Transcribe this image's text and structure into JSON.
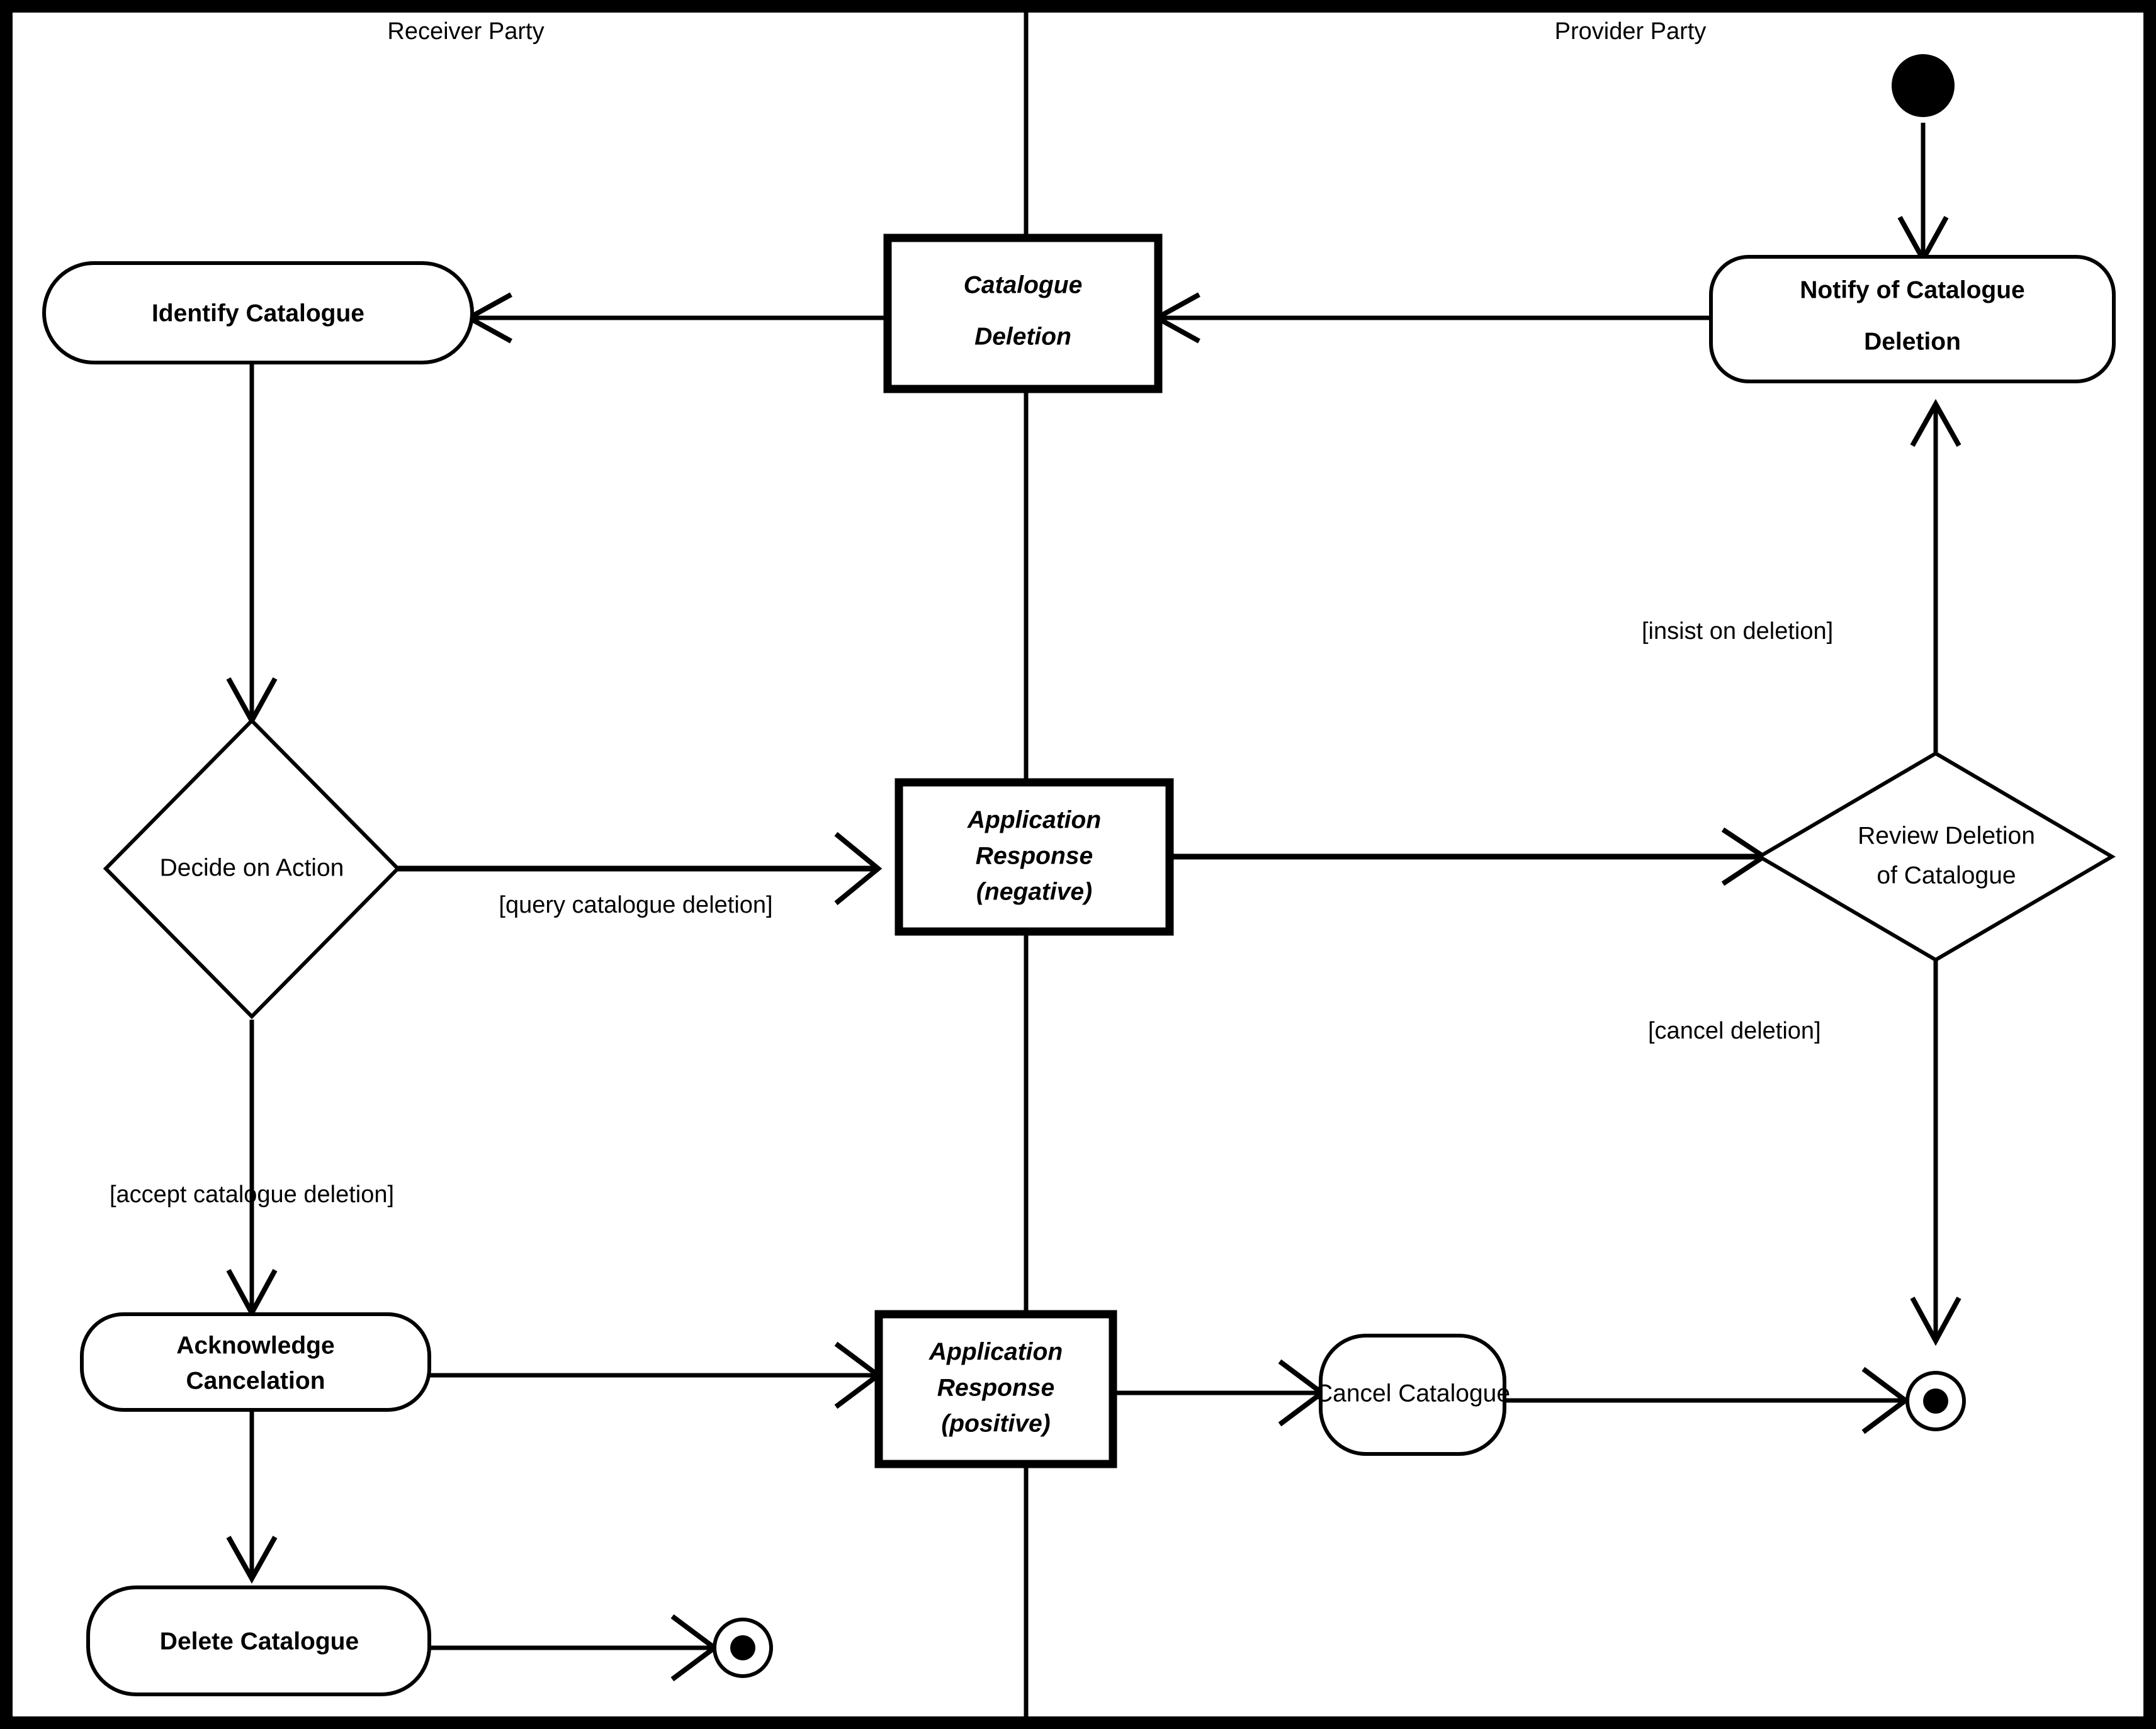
{
  "diagram": {
    "type": "uml-activity-diagram",
    "title": "Catalogue Deletion Activity Diagram",
    "swimlanes": [
      {
        "id": "receiver",
        "label": "Receiver Party"
      },
      {
        "id": "provider",
        "label": "Provider Party"
      }
    ],
    "nodes": {
      "start": {
        "kind": "initial-node",
        "label": ""
      },
      "identify_catalogue": {
        "kind": "action",
        "label": "Identify Catalogue"
      },
      "catalogue_deletion_signal": {
        "kind": "signal",
        "label_line1": "Catalogue",
        "label_line2": "Deletion"
      },
      "notify_of_catalogue_deletion": {
        "kind": "action",
        "label_line1": "Notify of Catalogue",
        "label_line2": "Deletion"
      },
      "decide_on_action": {
        "kind": "decision",
        "label": "Decide on Action"
      },
      "application_response_negative": {
        "kind": "signal",
        "label_line1": "Application",
        "label_line2": "Response",
        "label_line3": "(negative)"
      },
      "review_deletion_of_catalogue": {
        "kind": "decision",
        "label_line1": "Review Deletion",
        "label_line2": "of Catalogue"
      },
      "acknowledge_cancelation": {
        "kind": "action",
        "label_line1": "Acknowledge",
        "label_line2": "Cancelation"
      },
      "application_response_positive": {
        "kind": "signal",
        "label_line1": "Application",
        "label_line2": "Response",
        "label_line3": "(positive)"
      },
      "cancel_catalogue": {
        "kind": "action",
        "label": "Cancel Catalogue"
      },
      "delete_catalogue": {
        "kind": "action",
        "label": "Delete Catalogue"
      },
      "final_provider": {
        "kind": "final-node",
        "label": ""
      },
      "final_receiver": {
        "kind": "final-node",
        "label": ""
      }
    },
    "guards": {
      "insist_on_deletion": "[insist on deletion]",
      "cancel_deletion": "[cancel deletion]",
      "query_catalogue_deletion": "[query catalogue deletion]",
      "accept_catalogue_deletion": "[accept catalogue deletion]"
    },
    "edges": [
      {
        "from": "start",
        "to": "notify_of_catalogue_deletion",
        "guard": ""
      },
      {
        "from": "notify_of_catalogue_deletion",
        "to": "catalogue_deletion_signal",
        "guard": ""
      },
      {
        "from": "catalogue_deletion_signal",
        "to": "identify_catalogue",
        "guard": ""
      },
      {
        "from": "identify_catalogue",
        "to": "decide_on_action",
        "guard": ""
      },
      {
        "from": "decide_on_action",
        "to": "application_response_negative",
        "guard": "[query catalogue deletion]"
      },
      {
        "from": "application_response_negative",
        "to": "review_deletion_of_catalogue",
        "guard": ""
      },
      {
        "from": "review_deletion_of_catalogue",
        "to": "notify_of_catalogue_deletion",
        "guard": "[insist on deletion]"
      },
      {
        "from": "review_deletion_of_catalogue",
        "to": "final_provider",
        "guard": "[cancel deletion]"
      },
      {
        "from": "decide_on_action",
        "to": "acknowledge_cancelation",
        "guard": "[accept catalogue deletion]"
      },
      {
        "from": "acknowledge_cancelation",
        "to": "application_response_positive",
        "guard": ""
      },
      {
        "from": "application_response_positive",
        "to": "cancel_catalogue",
        "guard": ""
      },
      {
        "from": "cancel_catalogue",
        "to": "final_provider",
        "guard": ""
      },
      {
        "from": "acknowledge_cancelation",
        "to": "delete_catalogue",
        "guard": ""
      },
      {
        "from": "delete_catalogue",
        "to": "final_receiver",
        "guard": ""
      }
    ],
    "colors": {
      "stroke": "#000000",
      "fill": "#ffffff",
      "background": "#ffffff"
    }
  }
}
